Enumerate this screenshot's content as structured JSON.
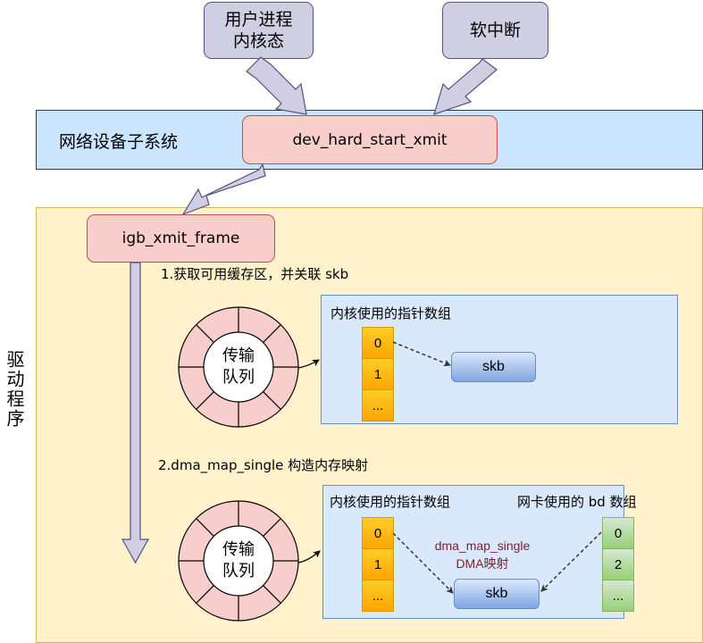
{
  "top": {
    "user_process_label": "用户进程\n内核态",
    "user_process_line1": "用户进程",
    "user_process_line2": "内核态",
    "softirq_label": "软中断"
  },
  "network_subsystem": {
    "title": "网络设备子系统",
    "function": "dev_hard_start_xmit"
  },
  "driver": {
    "title": "驱动程序",
    "function": "igb_xmit_frame",
    "step1": {
      "caption": "1.获取可用缓存区，并关联 skb",
      "ring_label_line1": "传输",
      "ring_label_line2": "队列",
      "panel_title": "内核使用的指针数组",
      "pointer_cells": [
        "0",
        "1",
        "..."
      ],
      "skb_label": "skb"
    },
    "step2": {
      "caption": "2.dma_map_single 构造内存映射",
      "ring_label_line1": "传输",
      "ring_label_line2": "队列",
      "kernel_panel_title": "内核使用的指针数组",
      "nic_panel_title": "网卡使用的 bd 数组",
      "pointer_cells": [
        "0",
        "1",
        "..."
      ],
      "bd_cells": [
        "0",
        "2",
        "..."
      ],
      "mapping_label_line1": "dma_map_single",
      "mapping_label_line2": "DMA映射",
      "skb_label": "skb"
    }
  },
  "colors": {
    "purple_fill": "#d0cee2",
    "pink_fill": "#f8cecc",
    "blue_band": "#cce5ff",
    "yellow_band": "#fff2cc",
    "inner_blue": "#dae8fc",
    "orange_cell": "#ffb90f",
    "green_cell": "#b9dd9f",
    "dma_text": "#7b1f2a"
  }
}
